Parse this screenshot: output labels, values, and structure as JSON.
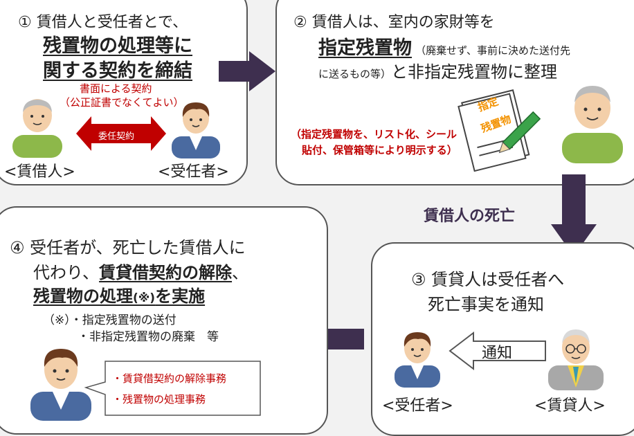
{
  "step1": {
    "line1": "① 賃借人と受任者とで、",
    "line2": "残置物の処理等に",
    "line3": "関する契約を締結",
    "note1": "書面による契約",
    "note2": "（公正証書でなくてよい）",
    "arrow_label": "委任契約",
    "left_person": "<賃借人>",
    "right_person": "<受任者>"
  },
  "step2": {
    "line1": "② 賃借人は、室内の家財等を",
    "line2_bold": "指定残置物",
    "line2_small": "（廃棄せず、事前に決めた送付先",
    "line3_small": "に送るもの等）",
    "line3_rest": "と非指定残置物に整理",
    "note1": "（指定残置物を、リスト化、シール",
    "note2": "貼付、保管箱等により明示する）",
    "paper_label1": "指定",
    "paper_label2": "残置物"
  },
  "death_label": "賃借人の死亡",
  "step3": {
    "line1": "③ 賃貸人は受任者へ",
    "line2": "死亡事実を通知",
    "arrow_label": "通知",
    "left_person": "<受任者>",
    "right_person": "<賃貸人>"
  },
  "step4": {
    "line1": "④ 受任者が、死亡した賃借人に",
    "line2_pre": "代わり、",
    "line2_bold": "賃貸借契約の解除",
    "line2_post": "、",
    "line3_bold_a": "残置物の処理",
    "line3_bold_b": "(※)",
    "line3_bold_c": "を実施",
    "note_line1": "（※）・指定残置物の送付",
    "note_line2": "・非指定残置物の廃棄　等",
    "task1": "・賃貸借契約の解除事務",
    "task2": "・残置物の処理事務"
  },
  "colors": {
    "arrow": "#3e2f4f",
    "red": "#c00000",
    "lessee_shirt": "#8db84a",
    "agent_shirt": "#4a6aa0",
    "lessor_suit": "#a8a8a8"
  }
}
